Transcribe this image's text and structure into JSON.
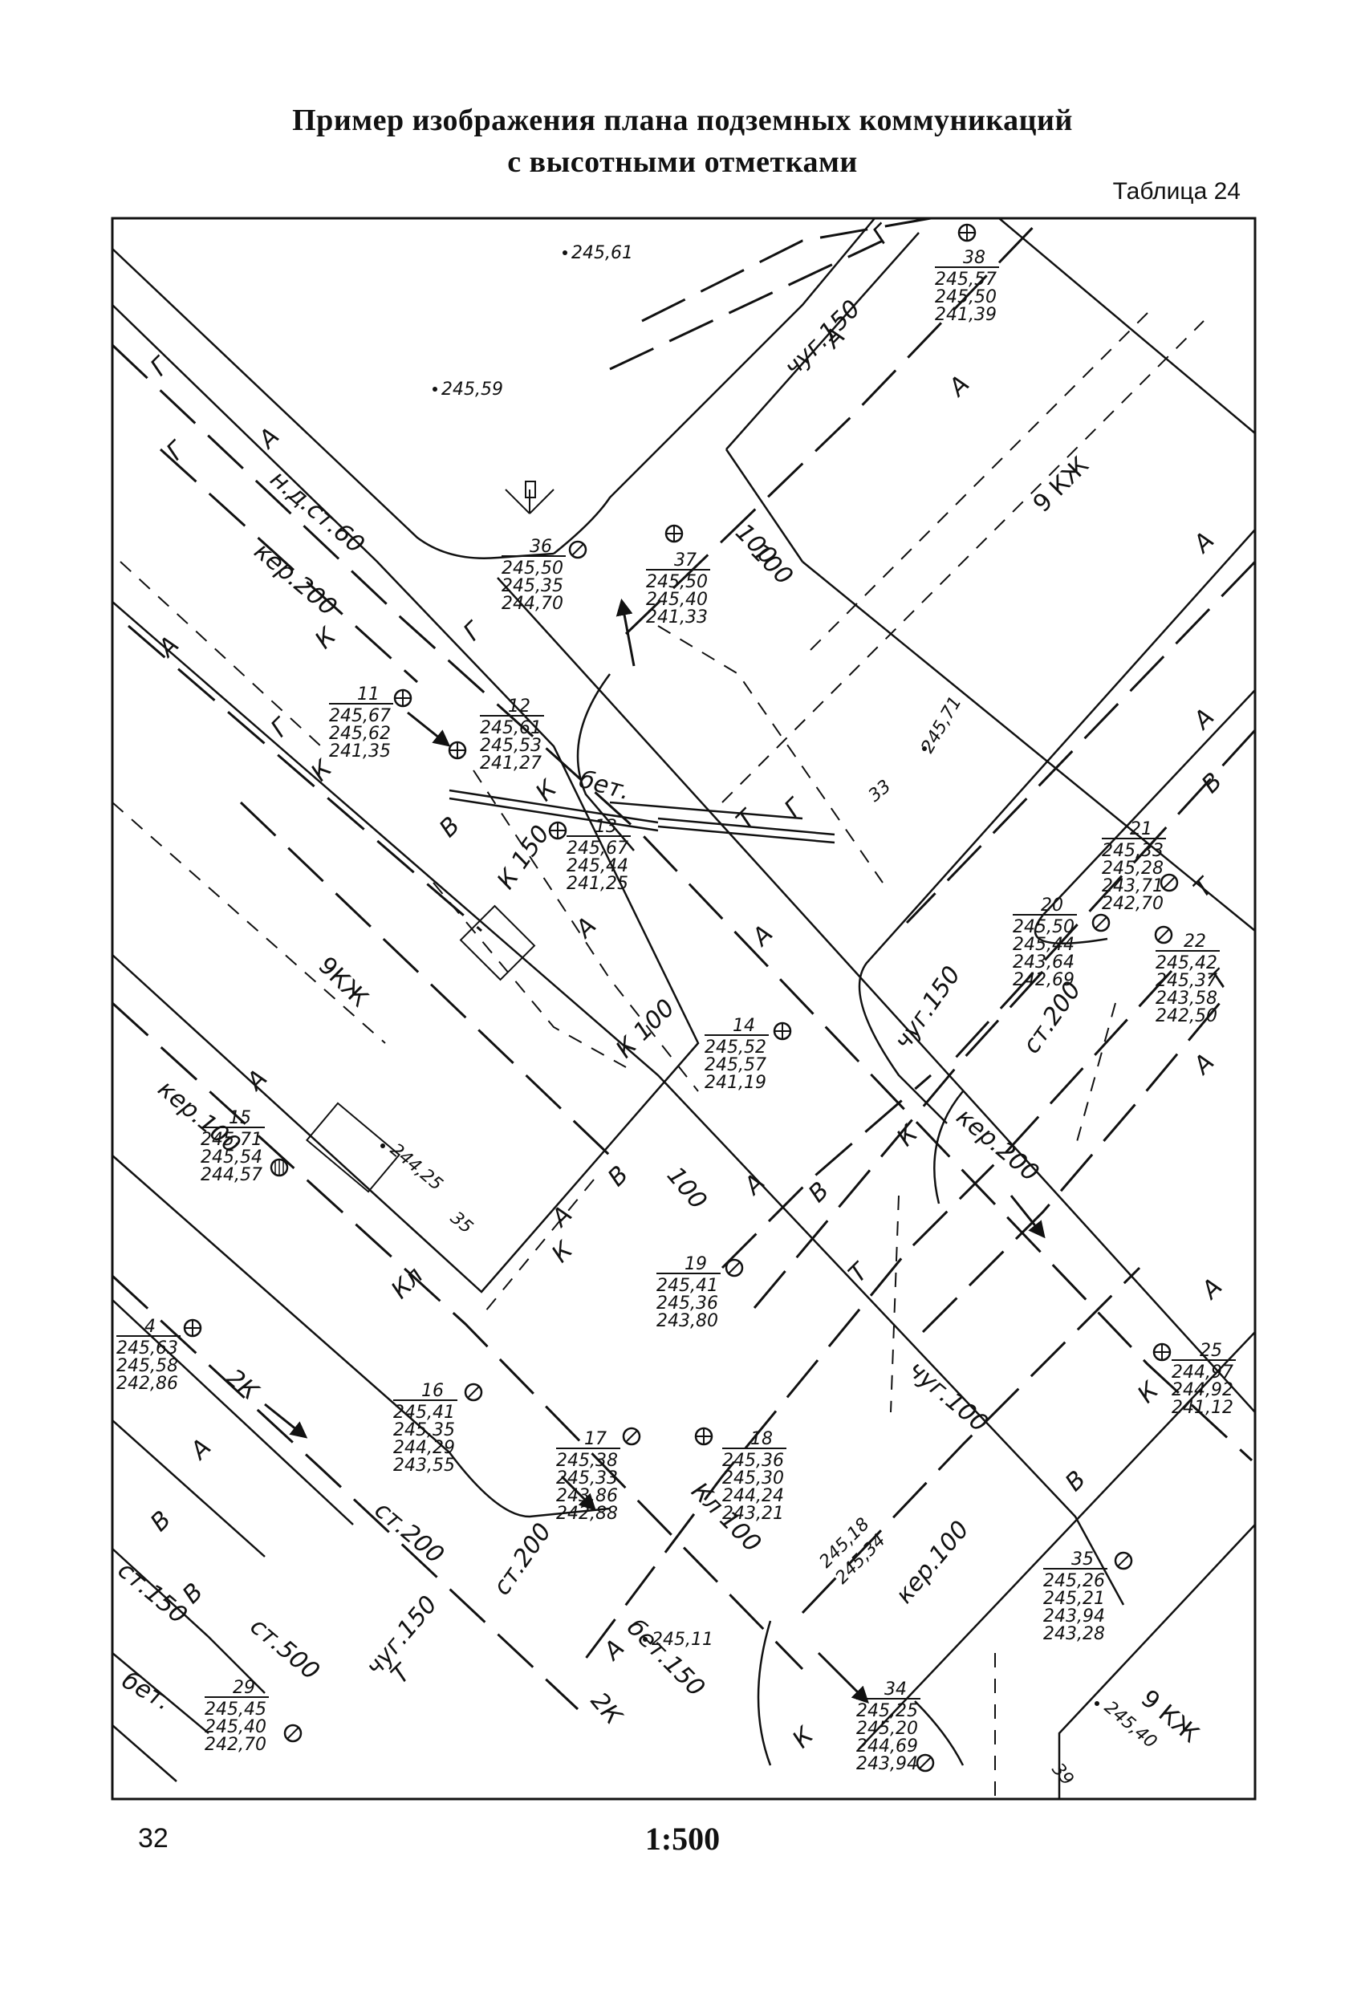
{
  "header": {
    "title_line1": "Пример изображения плана подземных коммуникаций",
    "title_line2": "с высотными отметками",
    "table_label": "Таблица 24"
  },
  "footer": {
    "page_number": "32",
    "scale": "1:500"
  },
  "wells": [
    {
      "id": "36",
      "elev": [
        "245,50",
        "245,35",
        "244,70"
      ],
      "symbol": "circle"
    },
    {
      "id": "37",
      "elev": [
        "245,50",
        "245,40",
        "241,33"
      ],
      "symbol": "cross"
    },
    {
      "id": "38",
      "elev": [
        "245,57",
        "245,50",
        "241,39"
      ],
      "symbol": "cross"
    },
    {
      "id": "11",
      "elev": [
        "245,67",
        "245,62",
        "241,35"
      ],
      "symbol": "cross"
    },
    {
      "id": "12",
      "elev": [
        "245,61",
        "245,53",
        "241,27"
      ],
      "symbol": "cross"
    },
    {
      "id": "13",
      "elev": [
        "245,67",
        "245,44",
        "241,25"
      ],
      "symbol": "cross"
    },
    {
      "id": "14",
      "elev": [
        "245,52",
        "245,57",
        "241,19"
      ],
      "symbol": "cross"
    },
    {
      "id": "15",
      "elev": [
        "245,71",
        "245,54",
        "244,57"
      ],
      "symbol": "grid"
    },
    {
      "id": "4",
      "elev": [
        "245,63",
        "245,58",
        "242,86"
      ],
      "symbol": "cross"
    },
    {
      "id": "16",
      "elev": [
        "245,41",
        "245,35",
        "244,29",
        "243,55"
      ],
      "symbol": "circle"
    },
    {
      "id": "17",
      "elev": [
        "245,38",
        "245,33",
        "243,86",
        "242,88"
      ],
      "symbol": "circle"
    },
    {
      "id": "18",
      "elev": [
        "245,36",
        "245,30",
        "244,24",
        "243,21"
      ],
      "symbol": "cross"
    },
    {
      "id": "19",
      "elev": [
        "245,41",
        "245,36",
        "243,80"
      ],
      "symbol": "circle"
    },
    {
      "id": "20",
      "elev": [
        "245,50",
        "245,44",
        "243,64",
        "242,69"
      ],
      "symbol": "circle"
    },
    {
      "id": "21",
      "elev": [
        "245,33",
        "245,28",
        "243,71",
        "242,70"
      ],
      "symbol": "circle"
    },
    {
      "id": "22",
      "elev": [
        "245,42",
        "245,37",
        "243,58",
        "242,50"
      ],
      "symbol": "circle"
    },
    {
      "id": "25",
      "elev": [
        "244,97",
        "244,92",
        "241,12"
      ],
      "symbol": "cross"
    },
    {
      "id": "29",
      "elev": [
        "245,45",
        "245,40",
        "242,70"
      ],
      "symbol": "circle"
    },
    {
      "id": "34",
      "elev": [
        "245,25",
        "245,20",
        "244,69",
        "243,94"
      ],
      "symbol": "circle"
    },
    {
      "id": "35",
      "elev": [
        "245,26",
        "245,21",
        "243,94",
        "243,28"
      ],
      "symbol": "circle"
    }
  ],
  "spot_heights": [
    "245,61",
    "245,59",
    "245,71",
    "244,25",
    "245,40",
    "245,11"
  ],
  "edge_marks": [
    "245,18",
    "245,34"
  ],
  "building_labels": [
    "9 КЖ",
    "9КЖ",
    "9 КЖ"
  ],
  "building_numbers": [
    "33",
    "35",
    "39"
  ],
  "pipe_labels": [
    "н.д.ст.60",
    "кер.200",
    "кер.200",
    "чуг.150",
    "чуг.150",
    "ст.200",
    "ст.200",
    "ст.200",
    "кер.100",
    "кер.100",
    "К 100",
    "К 150",
    "100",
    "100",
    "100",
    "бет.",
    "бет.150",
    "Кл 100",
    "2К",
    "2К",
    "ст.150",
    "ст.500",
    "чуг.150",
    "чуг.100",
    "бет."
  ],
  "line_letters": [
    "Г",
    "Г",
    "Г",
    "Г",
    "Г",
    "Г",
    "А",
    "А",
    "А",
    "А",
    "А",
    "А",
    "А",
    "А",
    "А",
    "А",
    "А",
    "А",
    "А",
    "А",
    "А",
    "К",
    "К",
    "К",
    "К",
    "К",
    "К",
    "К",
    "В",
    "В",
    "В",
    "В",
    "В",
    "В",
    "В",
    "Т",
    "Т",
    "Т",
    "Т",
    "Т",
    "Кл"
  ]
}
